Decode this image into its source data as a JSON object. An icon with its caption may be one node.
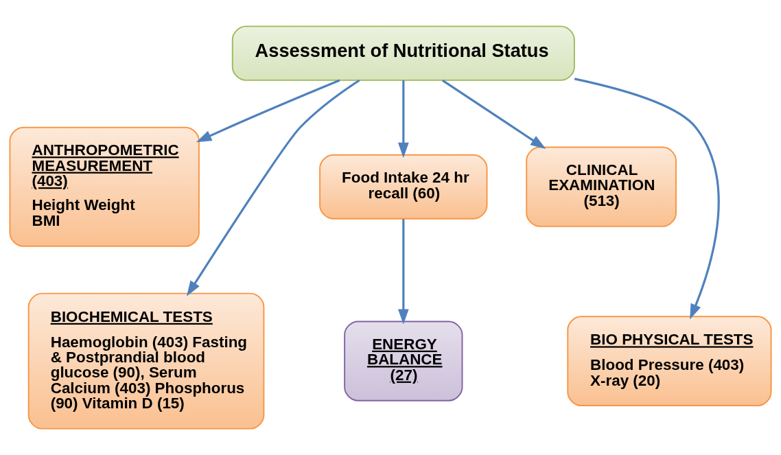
{
  "diagram": {
    "nodes": [
      {
        "text": [
          "Assessment of Nutritional Status"
        ]
      },
      {
        "text": [
          "ANTHROPOMETRIC MEASUREMENT (403)",
          "Height Weight BMI"
        ]
      },
      {
        "text": [
          "BIOCHEMICAL TESTS",
          "Haemoglobin (403) Fasting & Postprandial blood glucose (90), Serum Calcium (403) Phosphorus (90) Vitamin D (15)"
        ]
      },
      {
        "text": [
          "Food Intake 24 hr recall (60)"
        ]
      },
      {
        "text": [
          "ENERGY BALANCE (27)"
        ]
      },
      {
        "text": [
          "CLINICAL EXAMINATION (513)"
        ]
      },
      {
        "text": [
          "BIO PHYSICAL TESTS",
          "Blood Pressure (403) X-ray (20)"
        ]
      }
    ],
    "edges": [
      {
        "from": 0,
        "to": 1,
        "arrow": "to"
      },
      {
        "from": 0,
        "to": 2,
        "arrow": "to"
      },
      {
        "from": 0,
        "to": 3,
        "arrow": "to"
      },
      {
        "from": 3,
        "to": 4,
        "arrow": "to"
      },
      {
        "from": 0,
        "to": 5,
        "arrow": "to"
      },
      {
        "from": 0,
        "to": 6,
        "arrow": "to"
      }
    ]
  }
}
